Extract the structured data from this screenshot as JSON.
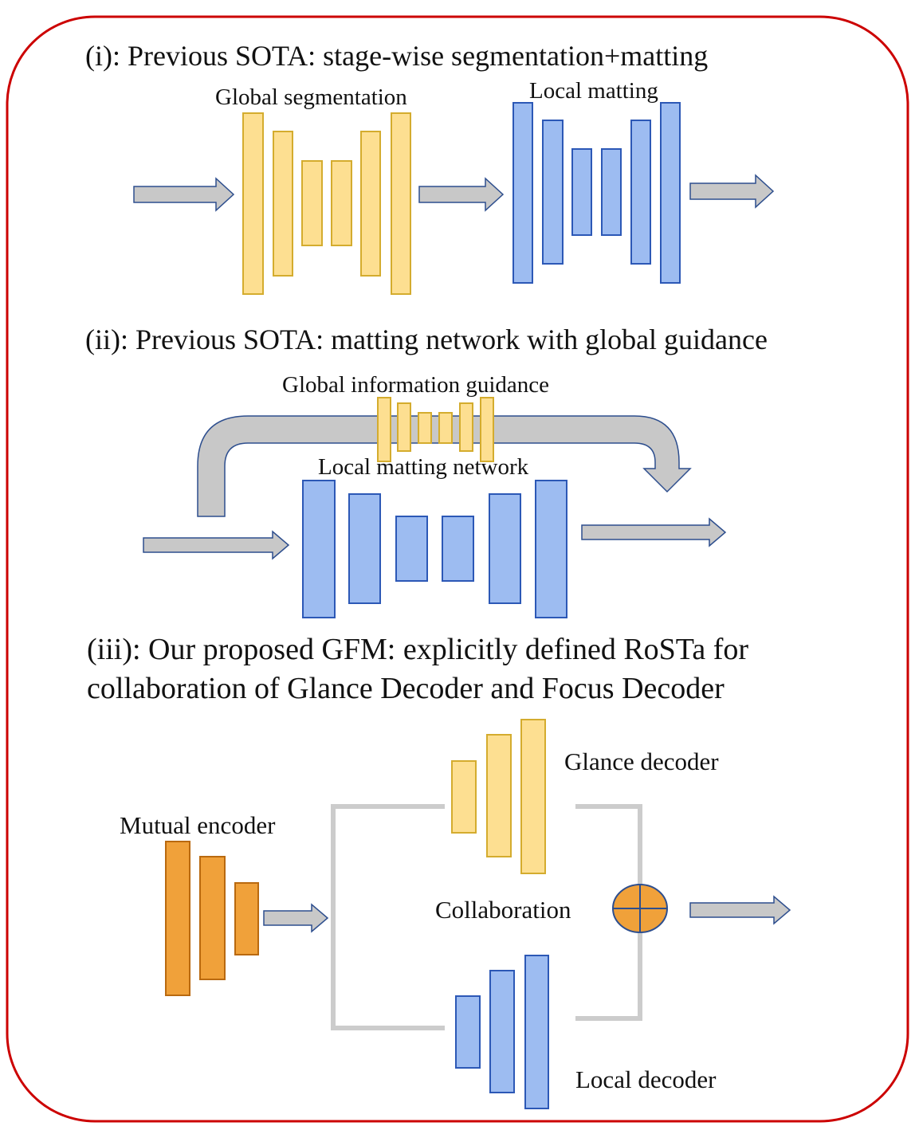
{
  "colors": {
    "border": "#cc0000",
    "yellow_fill": "#fddf91",
    "yellow_stroke": "#d4ac2e",
    "blue_fill": "#9dbcf1",
    "blue_stroke": "#2c58b6",
    "orange_fill": "#f0a13a",
    "orange_stroke": "#b9690f",
    "gray_arrow_fill": "#c8c8c8",
    "gray_arrow_stroke": "#2d4e8e",
    "path_gray": "#cccccc"
  },
  "section1": {
    "heading": "(i): Previous SOTA: stage-wise segmentation+matting",
    "seg_label": "Global segmentation",
    "mat_label": "Local matting"
  },
  "section2": {
    "heading": "(ii): Previous SOTA: matting network with global guidance",
    "guidance_label": "Global information guidance",
    "network_label": "Local matting network"
  },
  "section3": {
    "heading_line1": "(iii): Our proposed GFM: explicitly defined RoSTa for",
    "heading_line2": "collaboration of Glance Decoder and Focus Decoder",
    "encoder_label": "Mutual encoder",
    "glance_label": "Glance decoder",
    "collab_label": "Collaboration",
    "local_label": "Local decoder"
  }
}
